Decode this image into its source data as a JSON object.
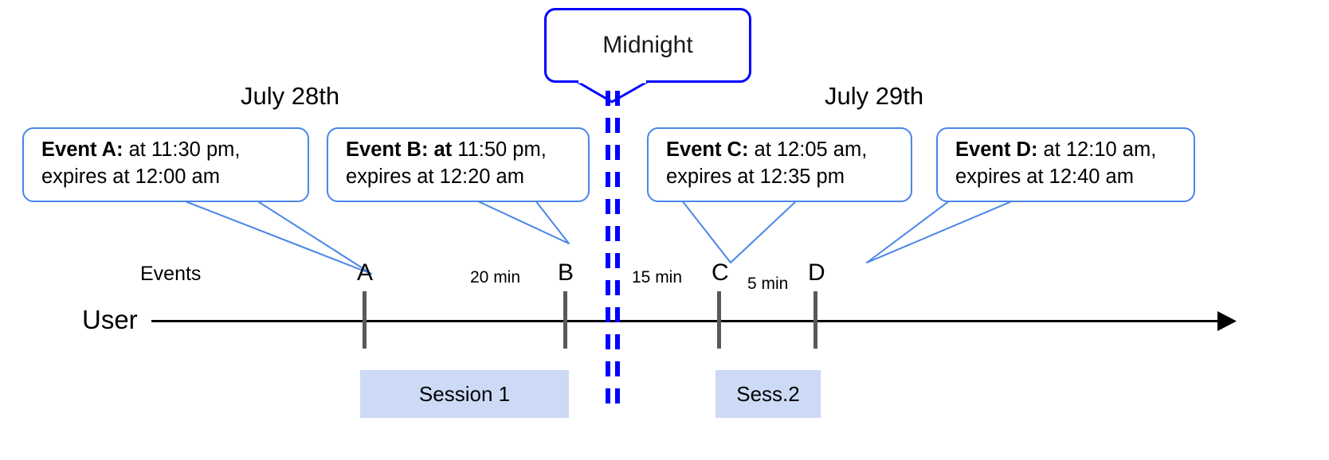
{
  "diagram": {
    "title_hidden": "Event expiry across midnight timeline",
    "colors": {
      "callout_border": "#4a86e8",
      "midnight_border": "#0000ff",
      "midnight_dash": "#0000ff",
      "session_fill": "#ccdaf5",
      "axis": "#000000",
      "tick": "#595959"
    }
  },
  "midnight": {
    "label": "Midnight"
  },
  "dates": [
    {
      "label": "July 28th"
    },
    {
      "label": "July 29th"
    }
  ],
  "callouts": [
    {
      "id": "event-a",
      "bold": "Event A:",
      "line1_rest": " at 11:30 pm,",
      "line2": "expires at 12:00 am"
    },
    {
      "id": "event-b",
      "bold": "Event B: at",
      "line1_rest": " 11:50 pm,",
      "line2": "expires at 12:20 am"
    },
    {
      "id": "event-c",
      "bold": "Event C:",
      "line1_rest": " at 12:05 am,",
      "line2": "expires at 12:35 pm"
    },
    {
      "id": "event-d",
      "bold": "Event D:",
      "line1_rest": "  at 12:10 am,",
      "line2": "expires at 12:40 am"
    }
  ],
  "axis": {
    "row_label": "User",
    "events_label": "Events"
  },
  "markers": [
    {
      "label": "A"
    },
    {
      "label": "B"
    },
    {
      "label": "C"
    },
    {
      "label": "D"
    }
  ],
  "intervals": [
    {
      "label": "20 min"
    },
    {
      "label": "15 min"
    },
    {
      "label": "5 min"
    }
  ],
  "sessions": [
    {
      "label": "Session 1"
    },
    {
      "label": "Sess.2"
    }
  ]
}
